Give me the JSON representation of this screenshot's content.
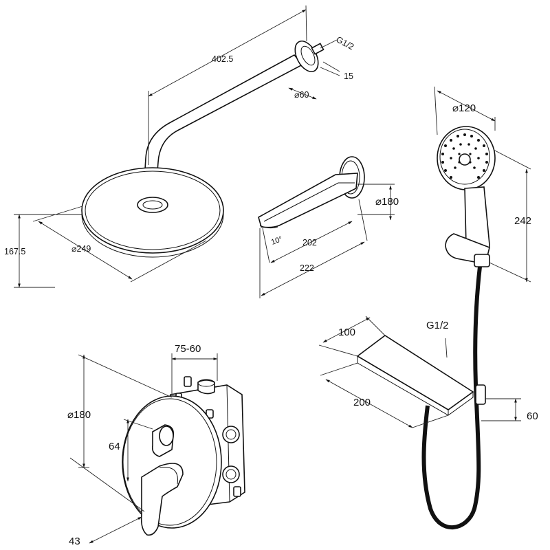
{
  "colors": {
    "line": "#111111",
    "background": "#ffffff"
  },
  "rain_shower": {
    "arm_length": "402.5",
    "connection_thread": "G1/2",
    "flange_depth": "15",
    "flange_diameter": "⌀60",
    "height": "167.5",
    "head_diameter": "⌀249"
  },
  "spout": {
    "plate_diameter": "⌀180",
    "angle": "10°",
    "inner_length": "202",
    "total_length": "222"
  },
  "hand_shower": {
    "head_diameter": "⌀120",
    "length": "242"
  },
  "shelf": {
    "depth": "100",
    "thread": "G1/2",
    "width": "200",
    "height": "60"
  },
  "mixer": {
    "plate_diameter": "⌀180",
    "wall_depth": "75-60",
    "knob_projection": "64",
    "lever_projection": "43"
  }
}
